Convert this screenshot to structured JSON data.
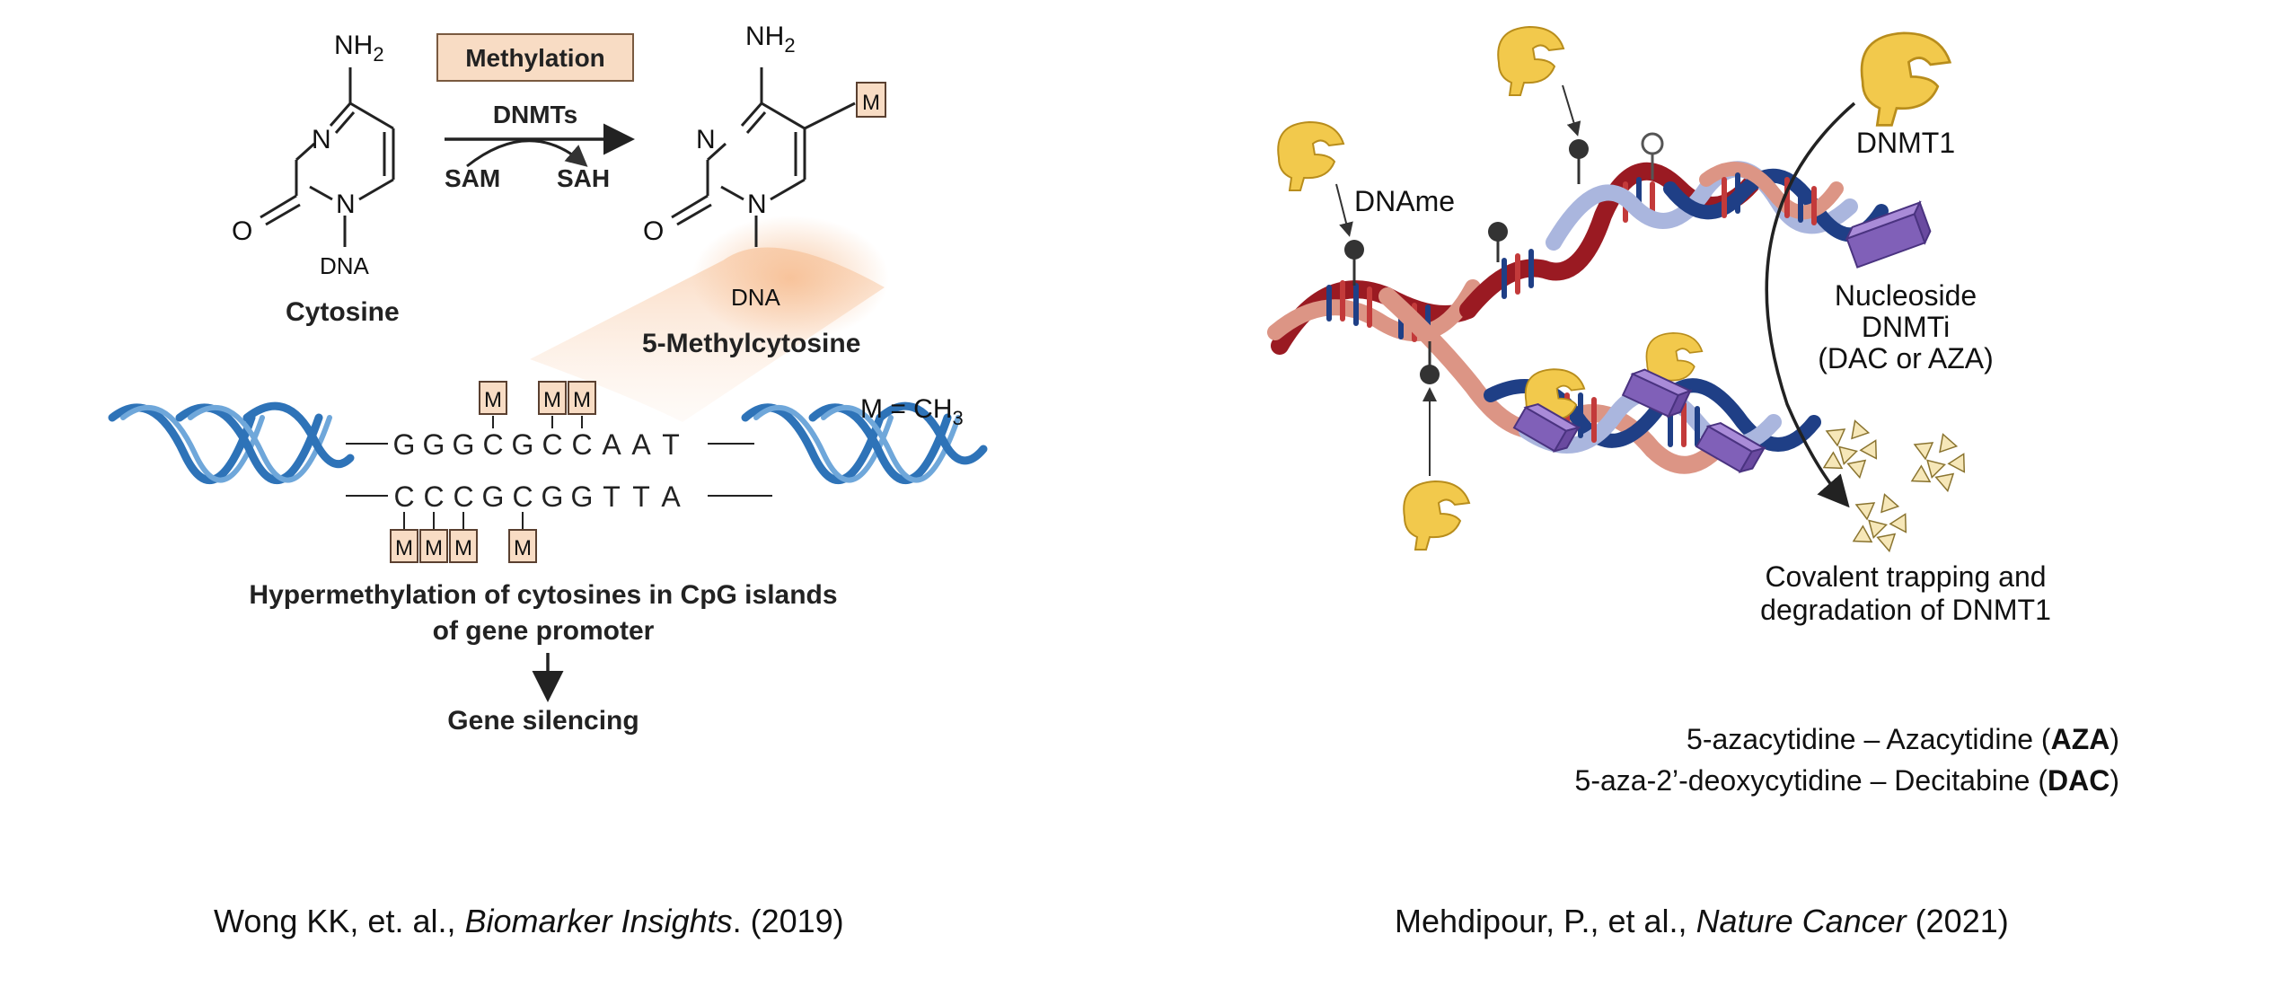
{
  "left_panel": {
    "nh2_label": "NH",
    "nh2_sub": "2",
    "ring_n": "N",
    "ring_o": "O",
    "dna": "DNA",
    "cytosine_label": "Cytosine",
    "methylcytosine_label": "5-Methylcytosine",
    "methylation_box": "Methylation",
    "enzyme": "DNMTs",
    "cofactor_in": "SAM",
    "cofactor_out": "SAH",
    "methyl_tag": "M",
    "m_definition": "M = CH",
    "m_definition_sub": "3",
    "top_strand": [
      "G",
      "G",
      "G",
      "C",
      "G",
      "C",
      "C",
      "A",
      "A",
      "T"
    ],
    "bottom_strand": [
      "C",
      "C",
      "C",
      "G",
      "C",
      "G",
      "G",
      "T",
      "T",
      "A"
    ],
    "caption_line1": "Hypermethylation of cytosines in CpG islands",
    "caption_line2": "of gene promoter",
    "outcome": "Gene silencing",
    "colors": {
      "box_fill": "#f8dcc4",
      "helix_blue": "#2e73b8",
      "glow": "#f6b98a"
    }
  },
  "right_panel": {
    "dname_label": "DNAme",
    "dnmt1_label": "DNMT1",
    "drug_label_1": "Nucleoside",
    "drug_label_2": "DNMTi",
    "drug_label_3": "(DAC or AZA)",
    "trap_label_1": "Covalent trapping and",
    "trap_label_2": "degradation of DNMT1",
    "colors": {
      "dnmt1": "#f2c94c",
      "drug": "#8060b8",
      "helix_red": "#9a1a22",
      "helix_pink": "#dc9585",
      "helix_navy": "#1f3f86",
      "helix_lavender": "#aab6de"
    }
  },
  "drugs": {
    "aza_prefix": "5-azacytidine – Azacytidine (",
    "aza_abbr": "AZA",
    "aza_suffix": ")",
    "dac_prefix": "5-aza-2’-deoxycytidine – Decitabine (",
    "dac_abbr": "DAC",
    "dac_suffix": ")"
  },
  "citations": {
    "left_authors": "Wong KK, et. al., ",
    "left_journal": "Biomarker Insights",
    "left_year": ". (2019)",
    "right_authors": "Mehdipour, P., et al., ",
    "right_journal": "Nature Cancer",
    "right_year": " (2021)"
  }
}
